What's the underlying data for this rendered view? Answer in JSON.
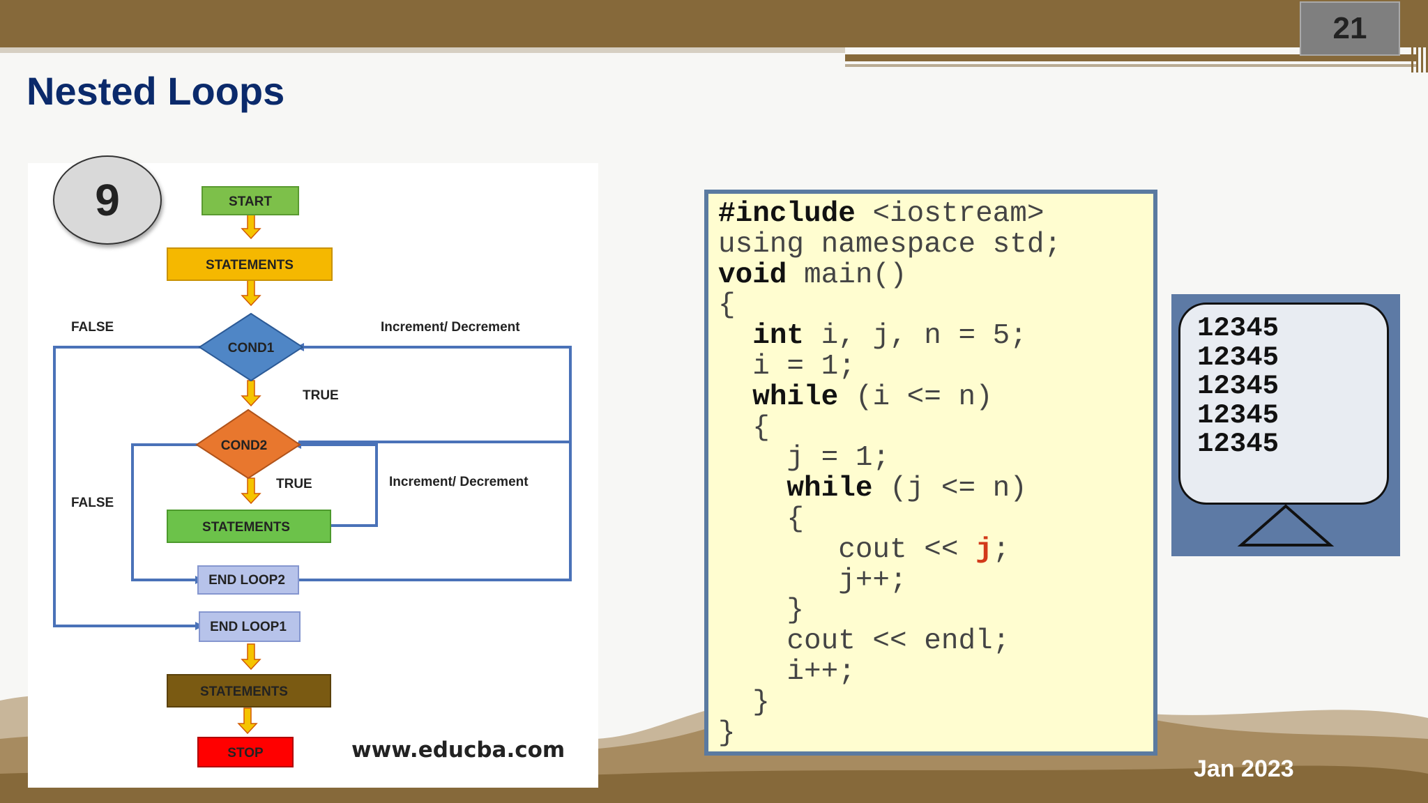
{
  "slide": {
    "number": "21",
    "title": "Nested Loops",
    "date": "Jan 2023"
  },
  "flowchart": {
    "badge": "9",
    "watermark": "www.educba.com",
    "nodes": {
      "start": "START",
      "statements1": "STATEMENTS",
      "cond1": "COND1",
      "cond2": "COND2",
      "statements2": "STATEMENTS",
      "end_loop2": "END LOOP2",
      "end_loop1": "END LOOP1",
      "statements3": "STATEMENTS",
      "stop": "STOP"
    },
    "labels": {
      "false1": "FALSE",
      "false2": "FALSE",
      "true1": "TRUE",
      "true2": "TRUE",
      "incdec1": "Increment/ Decrement",
      "incdec2": "Increment/ Decrement"
    },
    "colors": {
      "start": "#7dc04a",
      "statements1": "#f5b800",
      "cond1": "#4f86c6",
      "cond2": "#e8772e",
      "statements2": "#6cc24a",
      "end_loop": "#b7c3ea",
      "statements3": "#7a5a12",
      "stop": "#ff0000",
      "arrow": "#f5c400",
      "line": "#4a72b8"
    }
  },
  "code": {
    "lines": [
      {
        "kw": "#include",
        "rest": " <iostream>"
      },
      {
        "text": "using namespace std;"
      },
      {
        "kw": "void",
        "rest": " main()"
      },
      {
        "text": "{"
      },
      {
        "indent": "  ",
        "kw": "int",
        "rest": " i, j, n = 5;"
      },
      {
        "text": "  i = 1;"
      },
      {
        "indent": "  ",
        "kw": "while",
        "rest": " (i <= n)"
      },
      {
        "text": "  {"
      },
      {
        "text": "    j = 1;"
      },
      {
        "indent": "    ",
        "kw": "while",
        "rest": " (j <= n)"
      },
      {
        "text": "    {"
      },
      {
        "indent": "       cout << ",
        "red": "j",
        "rest": ";"
      },
      {
        "text": "       j++;"
      },
      {
        "text": "    }"
      },
      {
        "text": "    cout << endl;"
      },
      {
        "text": "    i++;"
      },
      {
        "text": "  }"
      },
      {
        "text": "}"
      }
    ]
  },
  "output": {
    "lines": [
      "12345",
      "12345",
      "12345",
      "12345",
      "12345"
    ]
  }
}
